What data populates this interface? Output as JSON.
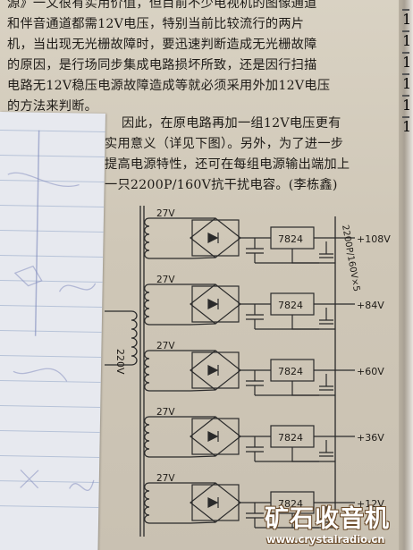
{
  "article": {
    "lines": [
      "源》一文很有实用价值，但目前不少电视机的图像通道",
      "和伴音通道都需12V电压，特别当前比较流行的两片",
      "机，当出现无光栅故障时，要迅速判断造成无光栅故障",
      "的原因，是行场同步集成电路损坏所致，还是因行扫描",
      "电路无12V稳压电源故障造成等就必须采用外加12V电压",
      "的方法来判断。"
    ],
    "para2": [
      "因此，在原电路再加一组12V电压更有",
      "实用意义（详见下图）。另外，为了进一步",
      "提高电源特性，还可在每组电源输出端加上",
      "一只2200P/160V抗干扰电容。(李栋鑫)"
    ]
  },
  "schematic": {
    "primary_label": "220V",
    "regulator_label": "7824",
    "capacitor_note": "2200P/160V×5",
    "stages": [
      {
        "winding": "27V",
        "output": "+108V"
      },
      {
        "winding": "27V",
        "output": "+84V"
      },
      {
        "winding": "27V",
        "output": "+60V"
      },
      {
        "winding": "27V",
        "output": "+36V"
      },
      {
        "winding": "27V",
        "output": "+12V"
      }
    ]
  },
  "watermark": {
    "title": "矿石收音机",
    "url": "www.crystalradio.cn"
  },
  "right_margin_chars": [
    "1",
    "1",
    "1",
    "1",
    "1",
    "1"
  ]
}
